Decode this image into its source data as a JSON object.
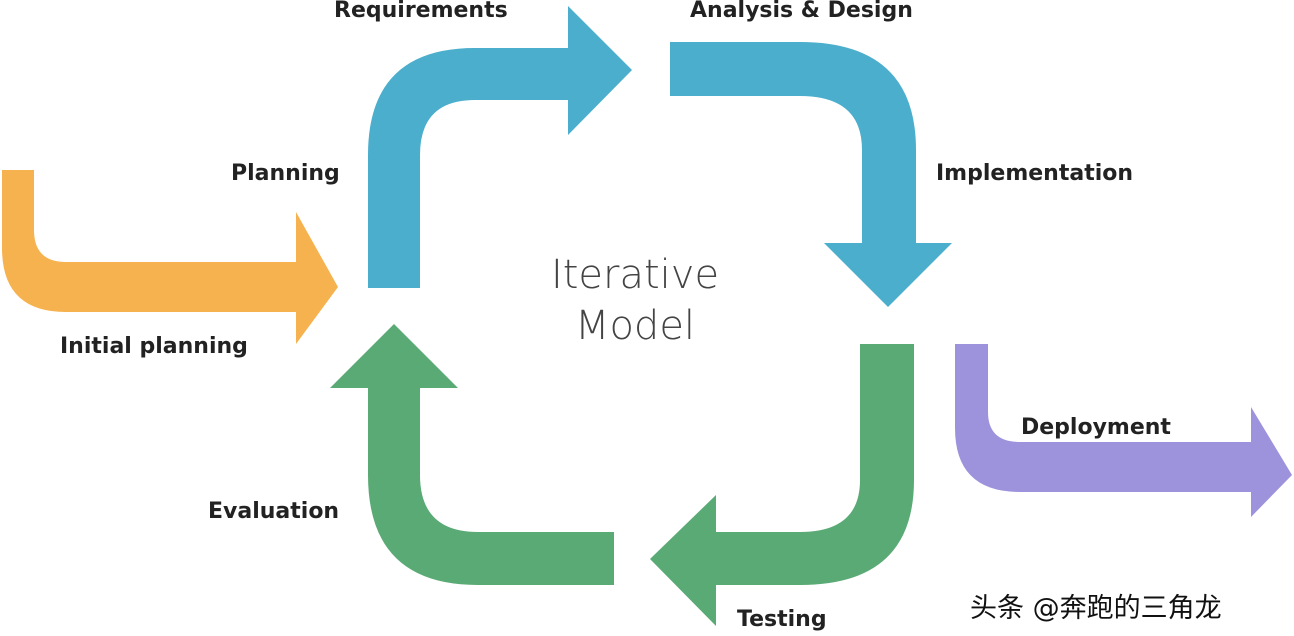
{
  "diagram": {
    "center_line1": "Iterative",
    "center_line2": "Model",
    "labels": {
      "requirements": "Requirements",
      "analysis_design": "Analysis & Design",
      "planning": "Planning",
      "implementation": "Implementation",
      "initial_planning": "Initial planning",
      "deployment": "Deployment",
      "evaluation": "Evaluation",
      "testing": "Testing"
    },
    "watermark": "头条 @奔跑的三角龙",
    "colors": {
      "blue": "#4AAECC",
      "green": "#5AAA75",
      "orange": "#F6B24F",
      "purple": "#9D93DC"
    }
  }
}
